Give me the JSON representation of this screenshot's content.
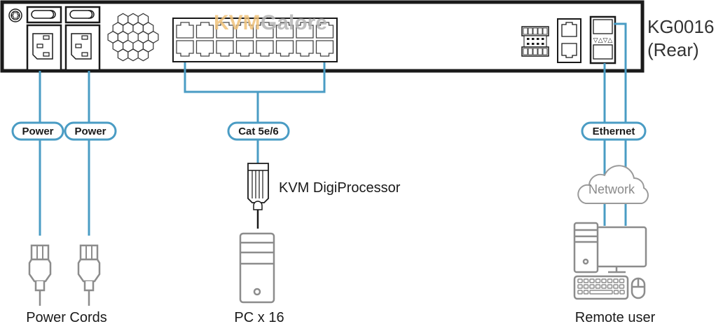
{
  "device": {
    "model": "KG0016",
    "view": "(Rear)",
    "watermark_part1": "KVM",
    "watermark_part2": "Galore",
    "rj45_port_count": 16
  },
  "cables": {
    "power_left": "Power",
    "power_right": "Power",
    "cat": "Cat 5e/6",
    "ethernet": "Ethernet"
  },
  "labels": {
    "digiprocessor": "KVM DigiProcessor",
    "network": "Network",
    "power_cords": "Power Cords",
    "pc": "PC x 16",
    "remote_user": "Remote user"
  },
  "colors": {
    "cable": "#4a9cc4",
    "device_outline": "#1a1a1a",
    "icon_gray": "#8c8c8c",
    "watermark_orange": "#f0c27a",
    "watermark_gray": "#b5b5b5"
  }
}
